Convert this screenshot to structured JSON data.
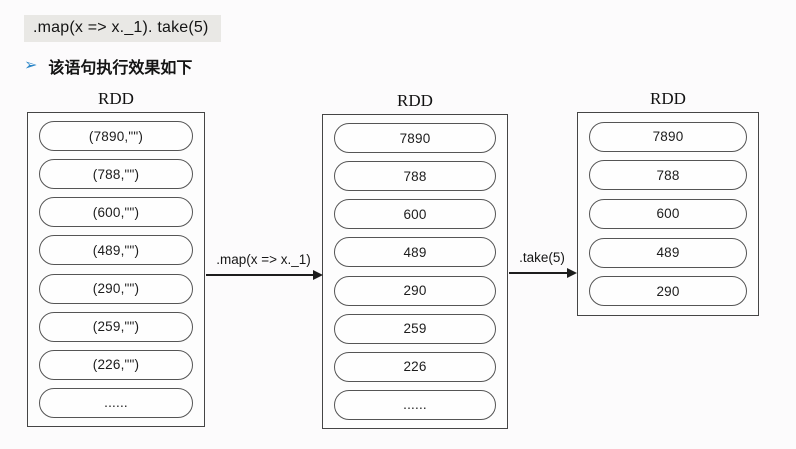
{
  "code_line": ".map(x => x._1). take(5)",
  "bullet": {
    "icon": "➢",
    "text": "该语句执行效果如下"
  },
  "diagram": {
    "rdds": [
      {
        "title": "RDD",
        "items": [
          "(7890,\"\")",
          "(788,\"\")",
          "(600,\"\")",
          "(489,\"\")",
          "(290,\"\")",
          "(259,\"\")",
          "(226,\"\")",
          "......"
        ]
      },
      {
        "title": "RDD",
        "items": [
          "7890",
          "788",
          "600",
          "489",
          "290",
          "259",
          "226",
          "......"
        ]
      },
      {
        "title": "RDD",
        "items": [
          "7890",
          "788",
          "600",
          "489",
          "290"
        ]
      }
    ],
    "arrows": [
      {
        "label": ".map(x => x._1)"
      },
      {
        "label": ".take(5)"
      }
    ]
  },
  "colors": {
    "bullet_blue": "#2b86c8",
    "code_chip_bg": "#e9e8e5",
    "box_border": "#454545",
    "pill_border": "#555555",
    "background": "#fcfbfc"
  }
}
